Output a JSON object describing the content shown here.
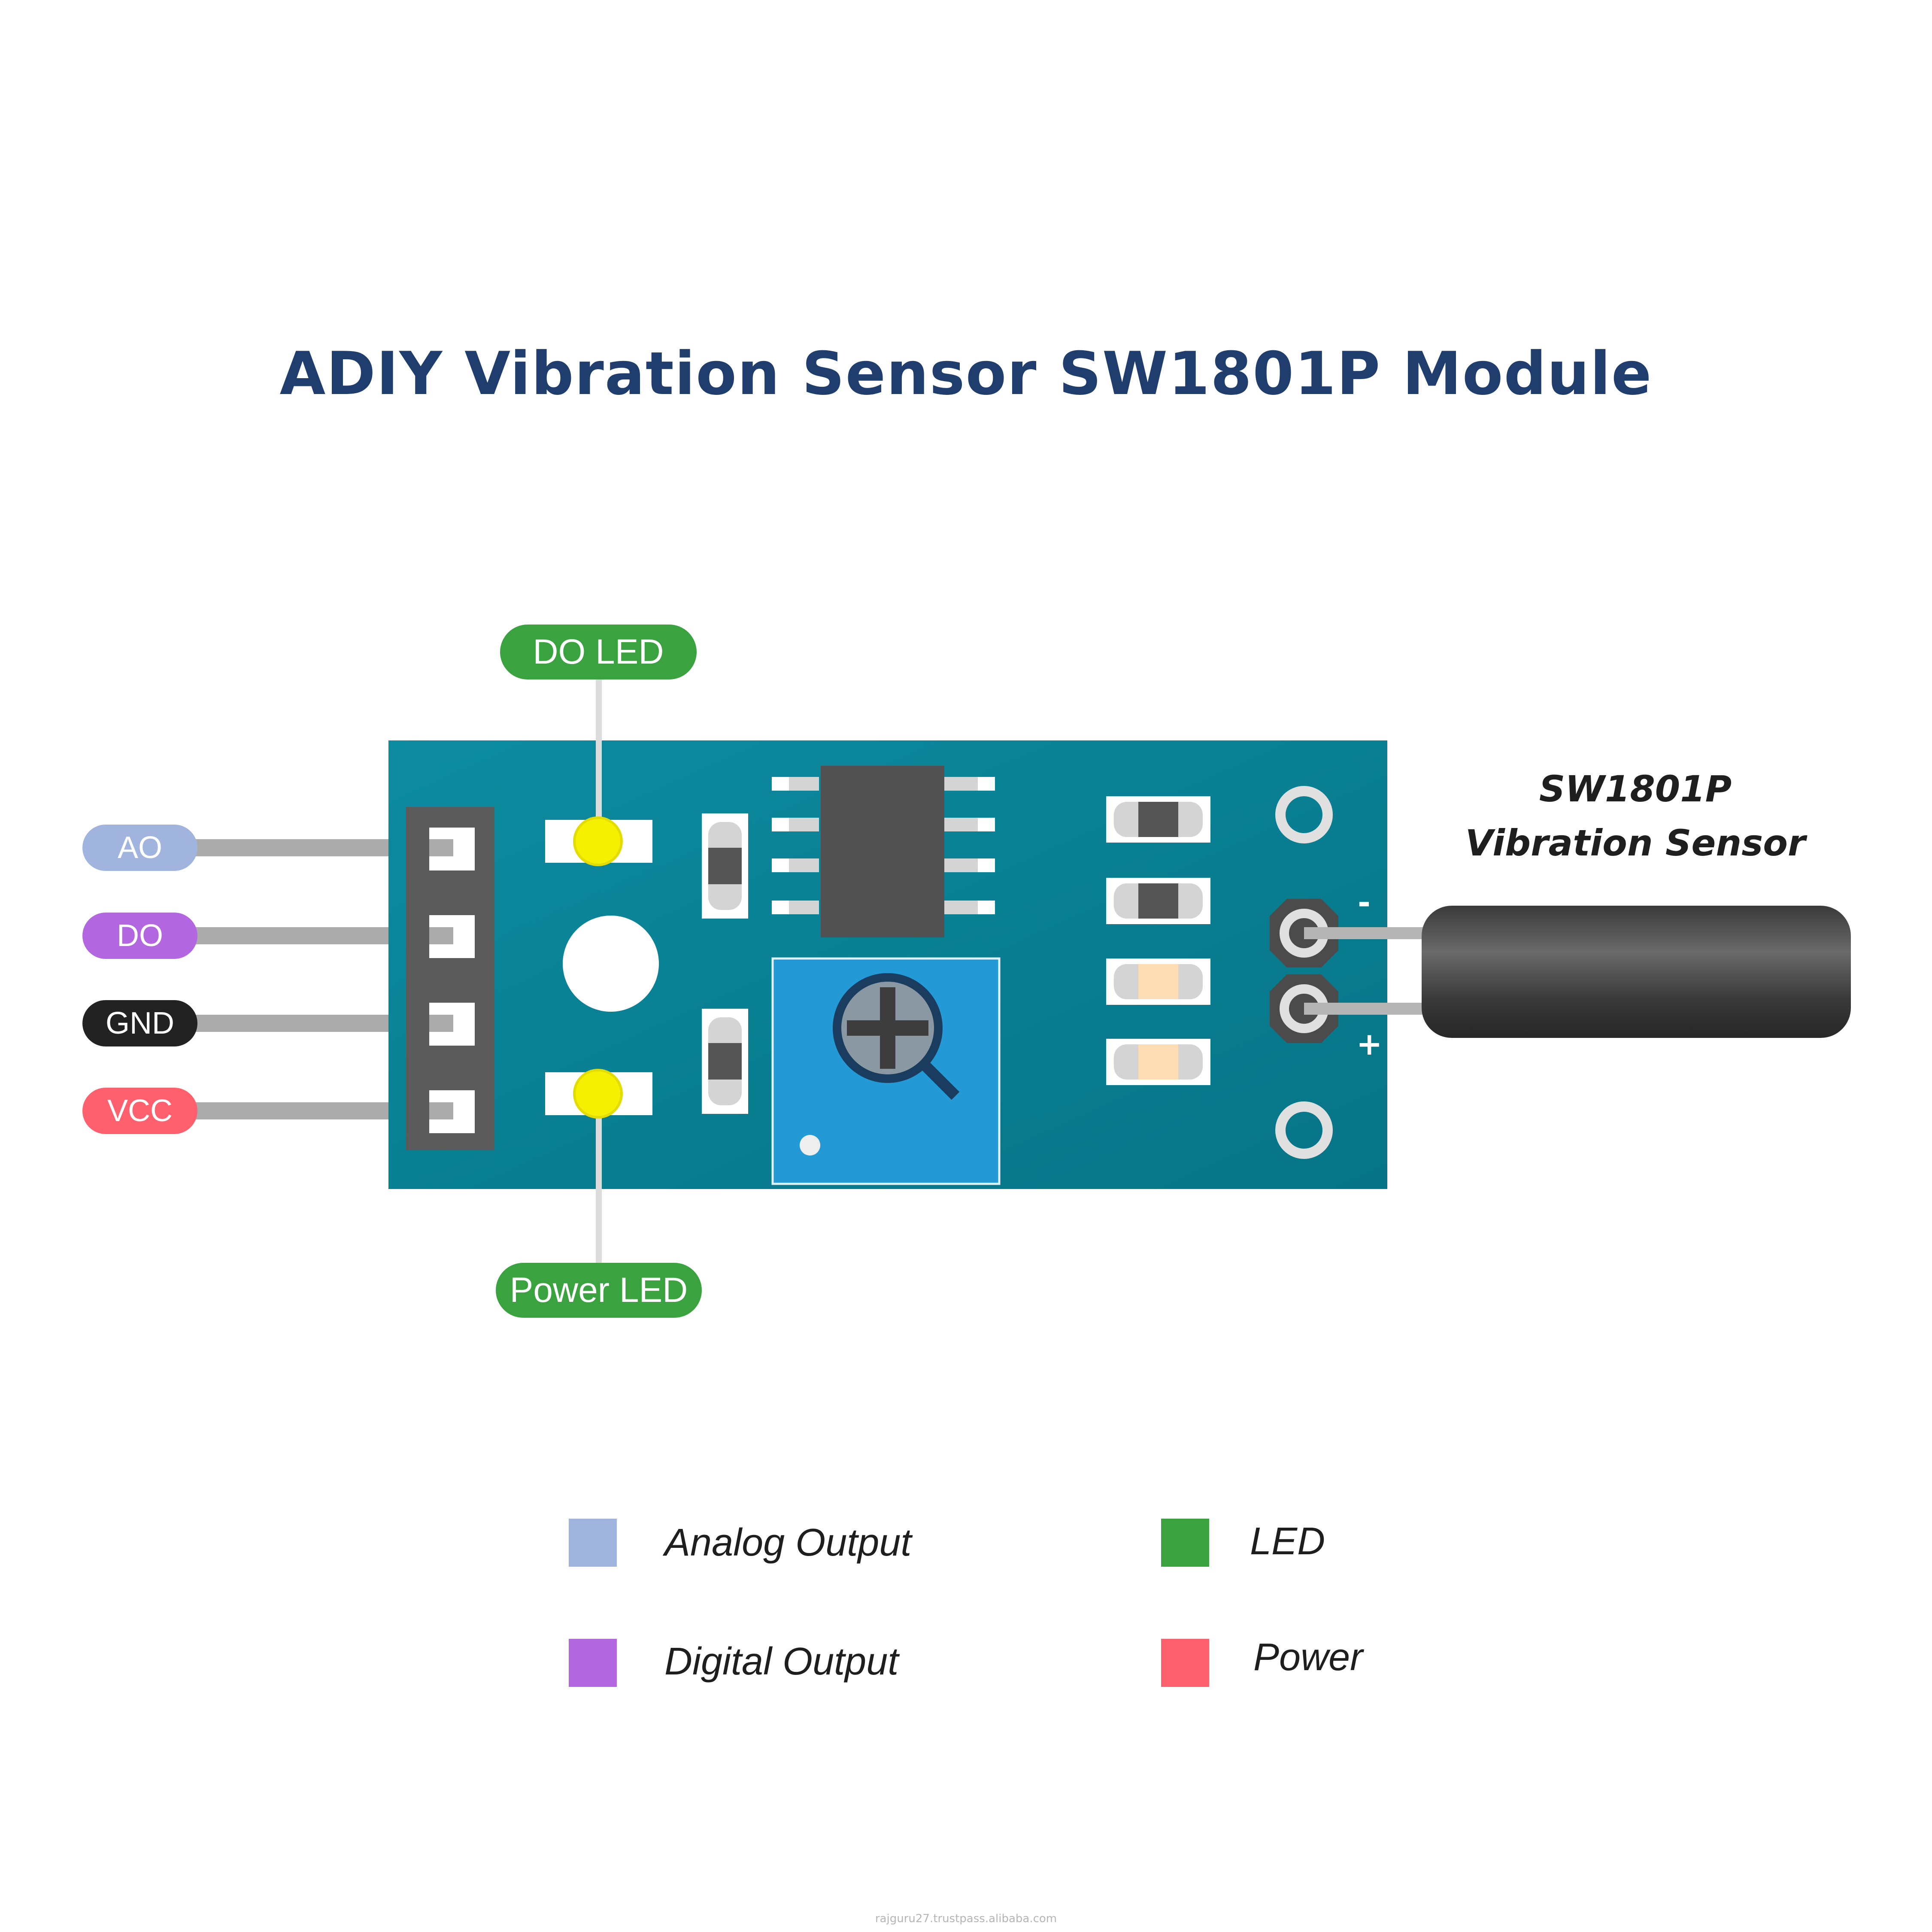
{
  "title": "ADIY Vibration Sensor SW1801P Module",
  "pins": [
    {
      "label": "AO",
      "color": "#a0b4de"
    },
    {
      "label": "DO",
      "color": "#b266e0"
    },
    {
      "label": "GND",
      "color": "#222222"
    },
    {
      "label": "VCC",
      "color": "#ff606e"
    }
  ],
  "leds": {
    "do_led": "DO LED",
    "power_led": "Power LED",
    "pill_color": "#3aa23e",
    "led_color": "#f5f000"
  },
  "sensor": {
    "label_line1": "SW1801P",
    "label_line2": "Vibration Sensor",
    "minus": "-",
    "plus": "+"
  },
  "board_color": "#0a8296",
  "legend": [
    {
      "label": "Analog Output",
      "color": "#a0b4de"
    },
    {
      "label": "Digital Output",
      "color": "#b266e0"
    },
    {
      "label": "LED",
      "color": "#3aa23e"
    },
    {
      "label": "Power",
      "color": "#ff606e"
    }
  ],
  "credit": "rajguru27.trustpass.alibaba.com"
}
